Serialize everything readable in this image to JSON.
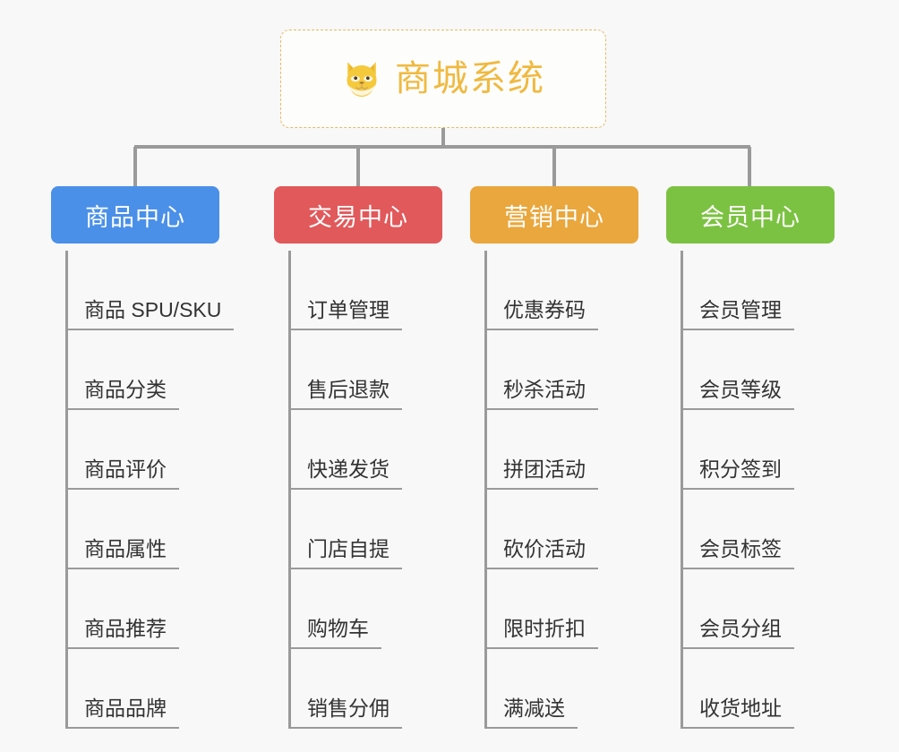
{
  "diagram": {
    "title": "商城系统",
    "root_icon": "shiba-dog-icon",
    "background_color": "#f8f8f8",
    "connector_color": "#9a9a9a",
    "root": {
      "label": "商城系统",
      "border_color": "#e8b963",
      "text_color": "#f0b93f"
    },
    "branches": [
      {
        "label": "商品中心",
        "color": "#4a90e8",
        "items": [
          "商品 SPU/SKU",
          "商品分类",
          "商品评价",
          "商品属性",
          "商品推荐",
          "商品品牌"
        ]
      },
      {
        "label": "交易中心",
        "color": "#e1595b",
        "items": [
          "订单管理",
          "售后退款",
          "快递发货",
          "门店自提",
          "购物车",
          "销售分佣"
        ]
      },
      {
        "label": "营销中心",
        "color": "#eaa73d",
        "items": [
          "优惠券码",
          "秒杀活动",
          "拼团活动",
          "砍价活动",
          "限时折扣",
          "满减送"
        ]
      },
      {
        "label": "会员中心",
        "color": "#7cc242",
        "items": [
          "会员管理",
          "会员等级",
          "积分签到",
          "会员标签",
          "会员分组",
          "收货地址"
        ]
      }
    ]
  }
}
